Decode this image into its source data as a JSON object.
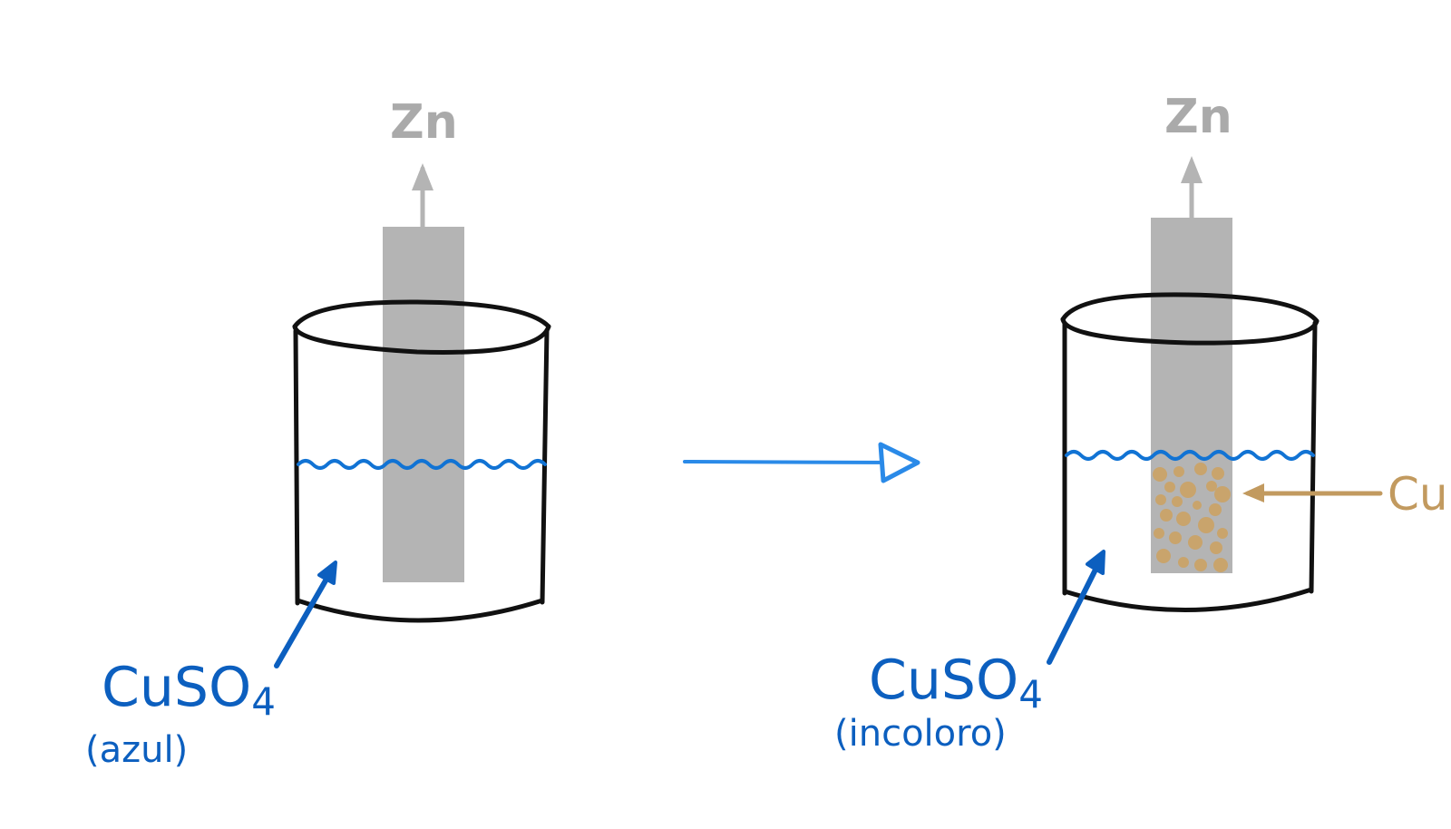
{
  "colors": {
    "ink": "#111111",
    "zinc": "#b4b4b4",
    "zinc_label": "#aaaaaa",
    "solution": "#1173d4",
    "label_blue": "#0c5fbf",
    "copper": "#c9a46c",
    "copper_label": "#c29a5f",
    "reaction_arrow": "#2a8ae8"
  },
  "left": {
    "electrode_label": "Zn",
    "solution_formula": "CuSO",
    "solution_subscript": "4",
    "solution_note": "(azul)"
  },
  "right": {
    "electrode_label": "Zn",
    "deposit_label": "Cu",
    "solution_formula": "CuSO",
    "solution_subscript": "4",
    "solution_note": "(incoloro)"
  },
  "icons": {
    "reaction_arrow": "right-arrow-icon",
    "electrode_arrow": "up-arrow-icon"
  }
}
